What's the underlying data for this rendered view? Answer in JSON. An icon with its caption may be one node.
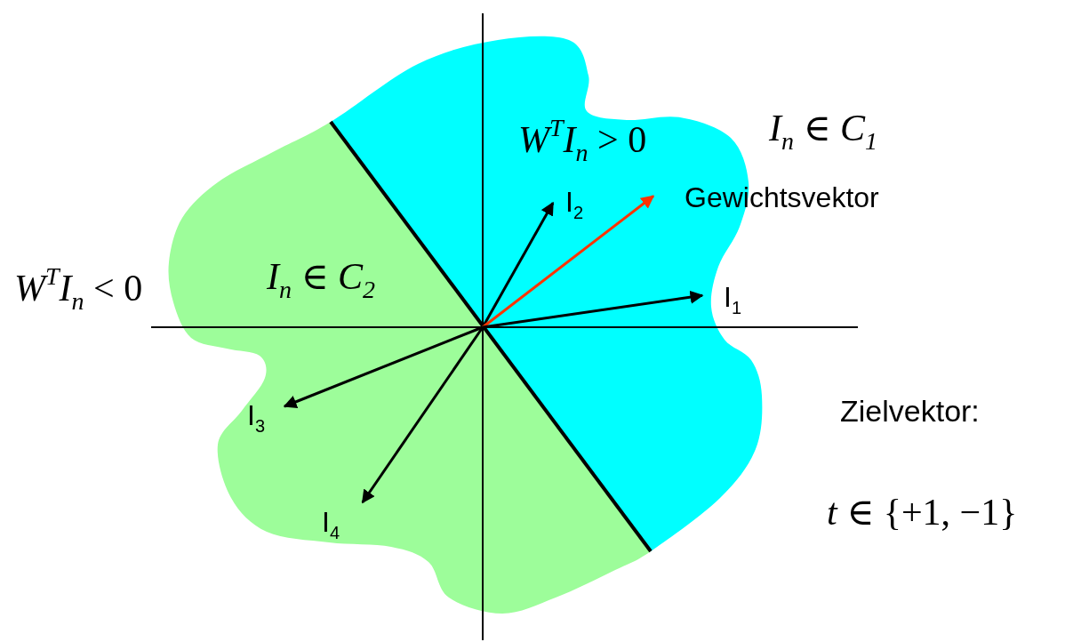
{
  "diagram": {
    "nodes": [
      {
        "text": [
          "I$_{2}$"
        ]
      },
      {
        "text": [
          "Gewichtsvektor"
        ]
      },
      {
        "text": [
          "I$_{1}$"
        ]
      },
      {
        "text": [
          "I$_{3}$"
        ]
      },
      {
        "text": [
          "I$_{4}$"
        ]
      }
    ],
    "edges": [
      {
        "from": null,
        "to": 0,
        "arrow": "to"
      },
      {
        "from": null,
        "to": 1,
        "arrow": "to",
        "color": "#ff3300"
      },
      {
        "from": null,
        "to": 2,
        "arrow": "to"
      },
      {
        "from": null,
        "to": 3,
        "arrow": "to"
      },
      {
        "from": null,
        "to": 4,
        "arrow": "to"
      }
    ],
    "labels": [
      "*W*$^{T}$*I*$_{n}$ > 0",
      "*I*$_{n}$ ∈ *C*$_{1}$",
      "*W*$^{T}$*I*$_{n}$ < 0",
      "*I*$_{n}$ ∈ *C*$_{2}$",
      "Zielvektor:",
      "*t* ∈ {+1, −1}"
    ]
  }
}
